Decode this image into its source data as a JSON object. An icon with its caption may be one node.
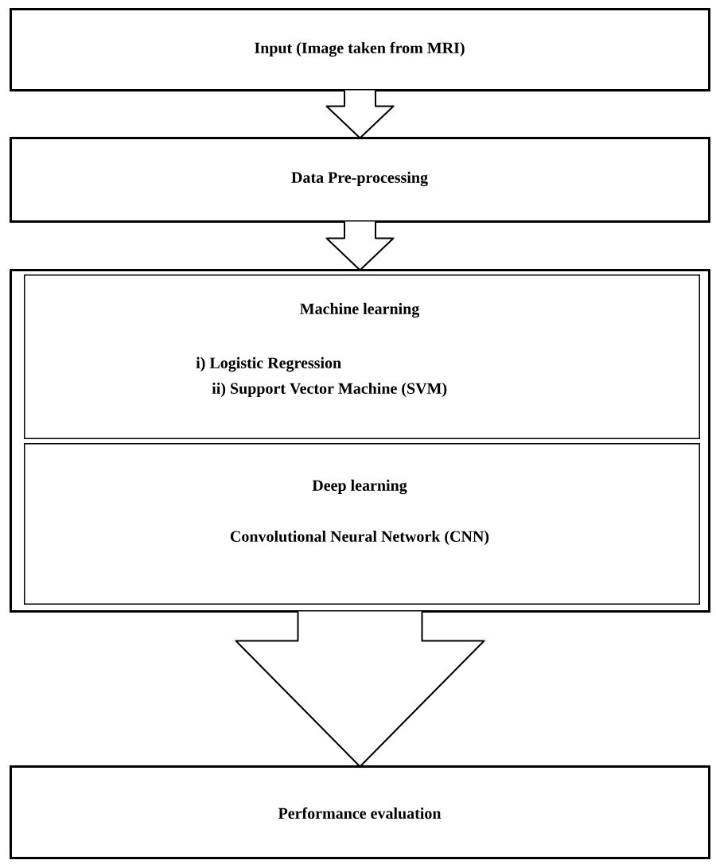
{
  "diagram": {
    "nodes": [
      {
        "text": [
          "Input (Image taken from MRI)"
        ]
      },
      {
        "text": [
          "Data Pre-processing"
        ]
      },
      {
        "text": [],
        "shape": "box"
      },
      {
        "text": [
          "Machine learning",
          "i) Logistic Regression",
          "ii) Support Vector Machine (SVM)"
        ],
        "in": 2
      },
      {
        "text": [
          "Deep learning",
          "Convolutional Neural Network (CNN)"
        ],
        "in": 2
      },
      {
        "text": [
          "Performance evaluation"
        ]
      }
    ],
    "edges": [
      {
        "from": 0,
        "to": 1,
        "arrow": "to"
      },
      {
        "from": 1,
        "to": 2,
        "arrow": "to"
      },
      {
        "from": 2,
        "to": 5,
        "arrow": "to"
      }
    ]
  }
}
